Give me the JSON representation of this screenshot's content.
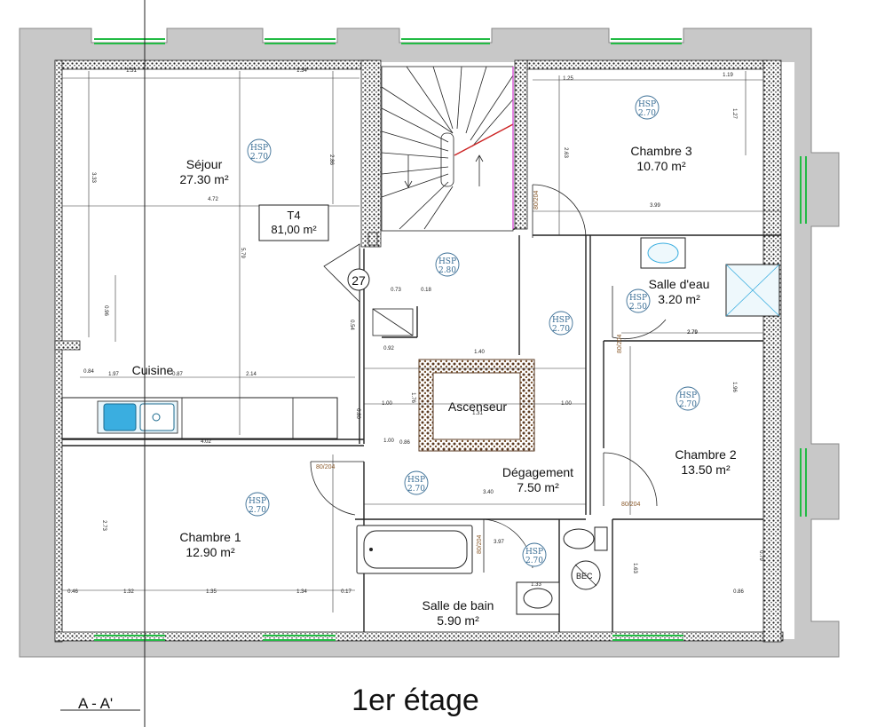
{
  "plan": {
    "title": "1er étage",
    "section_label": "A - A'",
    "apartment": {
      "name": "T4",
      "area": "81,00 m²"
    },
    "stair_number": "27",
    "hsp_label": "HSP",
    "rooms": [
      {
        "id": "sejour",
        "name": "Séjour",
        "area": "27.30 m²",
        "hsp": "2.70"
      },
      {
        "id": "chambre3",
        "name": "Chambre 3",
        "area": "10.70 m²",
        "hsp": "2.70"
      },
      {
        "id": "salle-deau",
        "name": "Salle d'eau",
        "area": "3.20 m²",
        "hsp": "2.50"
      },
      {
        "id": "cuisine",
        "name": "Cuisine",
        "area": "",
        "hsp": ""
      },
      {
        "id": "ascenseur",
        "name": "Ascenseur",
        "area": "",
        "hsp": ""
      },
      {
        "id": "degagement",
        "name": "Dégagement",
        "area": "7.50 m²",
        "hsp": "2.70"
      },
      {
        "id": "chambre2",
        "name": "Chambre 2",
        "area": "13.50 m²",
        "hsp": "2.70"
      },
      {
        "id": "chambre1",
        "name": "Chambre 1",
        "area": "12.90 m²",
        "hsp": "2.70"
      },
      {
        "id": "salle-de-bain",
        "name": "Salle de bain",
        "area": "5.90 m²",
        "hsp": "2.70"
      },
      {
        "id": "palier",
        "name": "",
        "area": "",
        "hsp": "2.80"
      },
      {
        "id": "degagement-2",
        "name": "",
        "area": "",
        "hsp": "2.70"
      }
    ],
    "fixtures": {
      "bec": "BEC"
    },
    "door_labels": [
      "80/204",
      "80/204",
      "80/204",
      "80/204",
      "80/204"
    ],
    "dimensions": [
      "1.31",
      "1.34",
      "1.25",
      "1.19",
      "3.33",
      "2.86",
      "4.72",
      "5.79",
      "3.99",
      "2.63",
      "1.27",
      "0.73",
      "0.18",
      "1.97",
      "0.87",
      "2.14",
      "2.79",
      "1.96",
      "0.92",
      "1.40",
      "1.00",
      "1.76",
      "1.31",
      "1.00",
      "3.40",
      "1.00",
      "3.97",
      "1.33",
      "0.46",
      "1.32",
      "1.35",
      "1.34",
      "0.17",
      "0.86",
      "2.73",
      "0.79",
      "0.86",
      "1.63",
      "4.02",
      "2.79",
      "0.54",
      "0.96",
      "0.84",
      "0.80"
    ],
    "colors": {
      "wall": "#c8c8c8",
      "window": "#22bb44",
      "hsp": "#3a6e95",
      "door": "#8a5a2b",
      "lift": "#6b4a2e",
      "sink": "#3aaee0"
    }
  }
}
